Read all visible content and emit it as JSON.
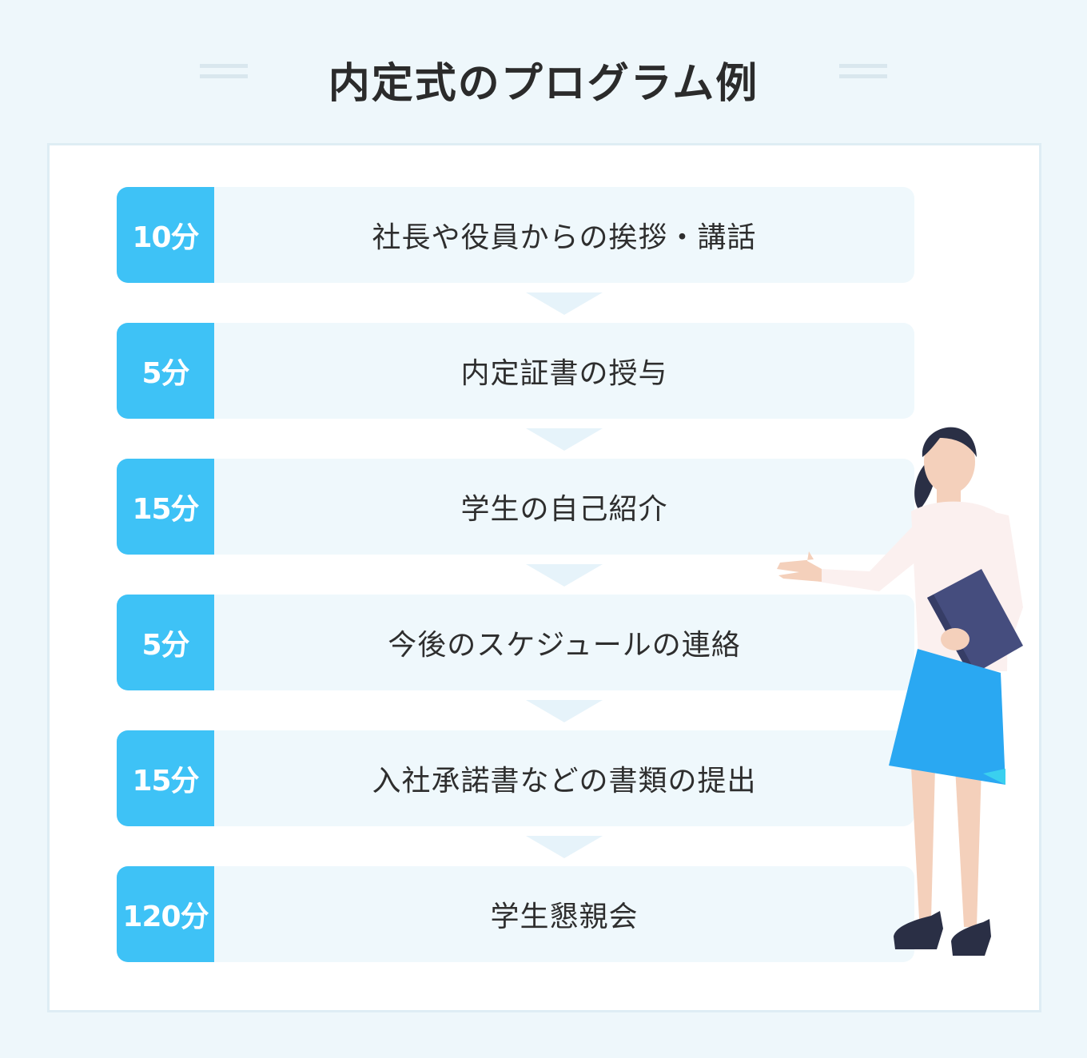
{
  "title": "内定式のプログラム例",
  "steps": [
    {
      "time": "10分",
      "label": "社長や役員からの挨拶・講話"
    },
    {
      "time": "5分",
      "label": "内定証書の授与"
    },
    {
      "time": "15分",
      "label": "学生の自己紹介"
    },
    {
      "time": "5分",
      "label": "今後のスケジュールの連絡"
    },
    {
      "time": "15分",
      "label": "入社承諾書などの書類の提出"
    },
    {
      "time": "120分",
      "label": "学生懇親会"
    }
  ],
  "colors": {
    "accent": "#3ec2f6",
    "step_bg": "#eff8fc",
    "page_bg": "#eef7fb",
    "skirt": "#2aa8f2",
    "folder": "#454d7e"
  },
  "illustration": "presenter-woman-icon"
}
